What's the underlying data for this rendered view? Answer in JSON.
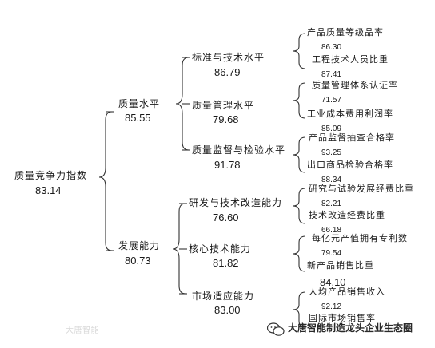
{
  "root": {
    "label": "质量竞争力指数",
    "value": "83.14"
  },
  "level1": [
    {
      "label": "质量水平",
      "value": "85.55"
    },
    {
      "label": "发展能力",
      "value": "80.73"
    }
  ],
  "level2": [
    {
      "label": "标准与技术水平",
      "value": "86.79"
    },
    {
      "label": "质量管理水平",
      "value": "79.68"
    },
    {
      "label": "质量监督与检验水平",
      "value": "91.78"
    },
    {
      "label": "研发与技术改造能力",
      "value": "76.60"
    },
    {
      "label": "核心技术能力",
      "value": "81.82"
    },
    {
      "label": "市场适应能力",
      "value": "83.00"
    }
  ],
  "level3": [
    {
      "label": "产品质量等级品率",
      "value": "86.30"
    },
    {
      "label": "工程技术人员比重",
      "value": "87.41"
    },
    {
      "label": "质量管理体系认证率",
      "value": "71.57"
    },
    {
      "label": "工业成本费用利润率",
      "value": "85.09"
    },
    {
      "label": "产品监督抽查合格率",
      "value": "93.25"
    },
    {
      "label": "出口商品检验合格率",
      "value": "88.34"
    },
    {
      "label": "研究与试验发展经费比重",
      "value": "82.21"
    },
    {
      "label": "技术改造经费比重",
      "value": "66.18"
    },
    {
      "label": "每亿元产值拥有专利数",
      "value": "79.54"
    },
    {
      "label": "新产品销售比重",
      "value": "84.10"
    },
    {
      "label": "人均产品销售收入",
      "value": ""
    },
    {
      "label": "国际市场销售率",
      "value": "92.12"
    }
  ],
  "watermarks": {
    "left": "大唐智能",
    "right": "大唐智能制造龙头企业生态圈"
  }
}
